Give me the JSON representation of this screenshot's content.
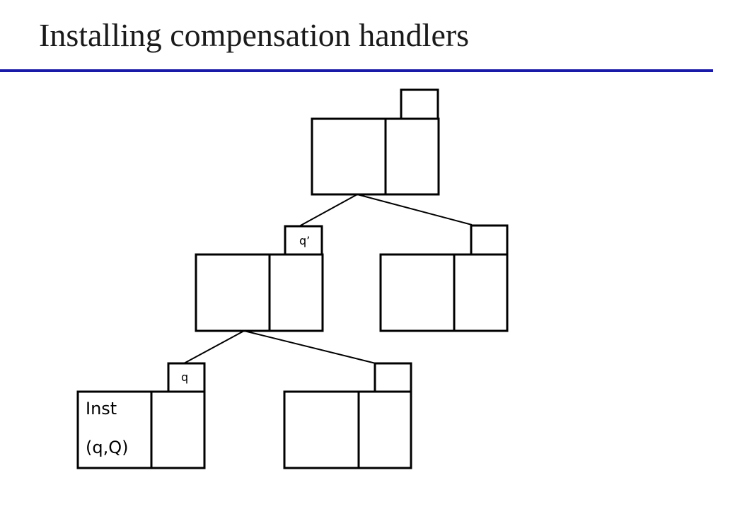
{
  "slide": {
    "title": "Installing compensation handlers",
    "rule_color": "#1a1aa8"
  },
  "diagram": {
    "labels": {
      "left_middle_tag": "q’",
      "left_bottom_tag": "q",
      "leaf_line1": "Inst",
      "leaf_line2": "(q,Q)"
    }
  }
}
